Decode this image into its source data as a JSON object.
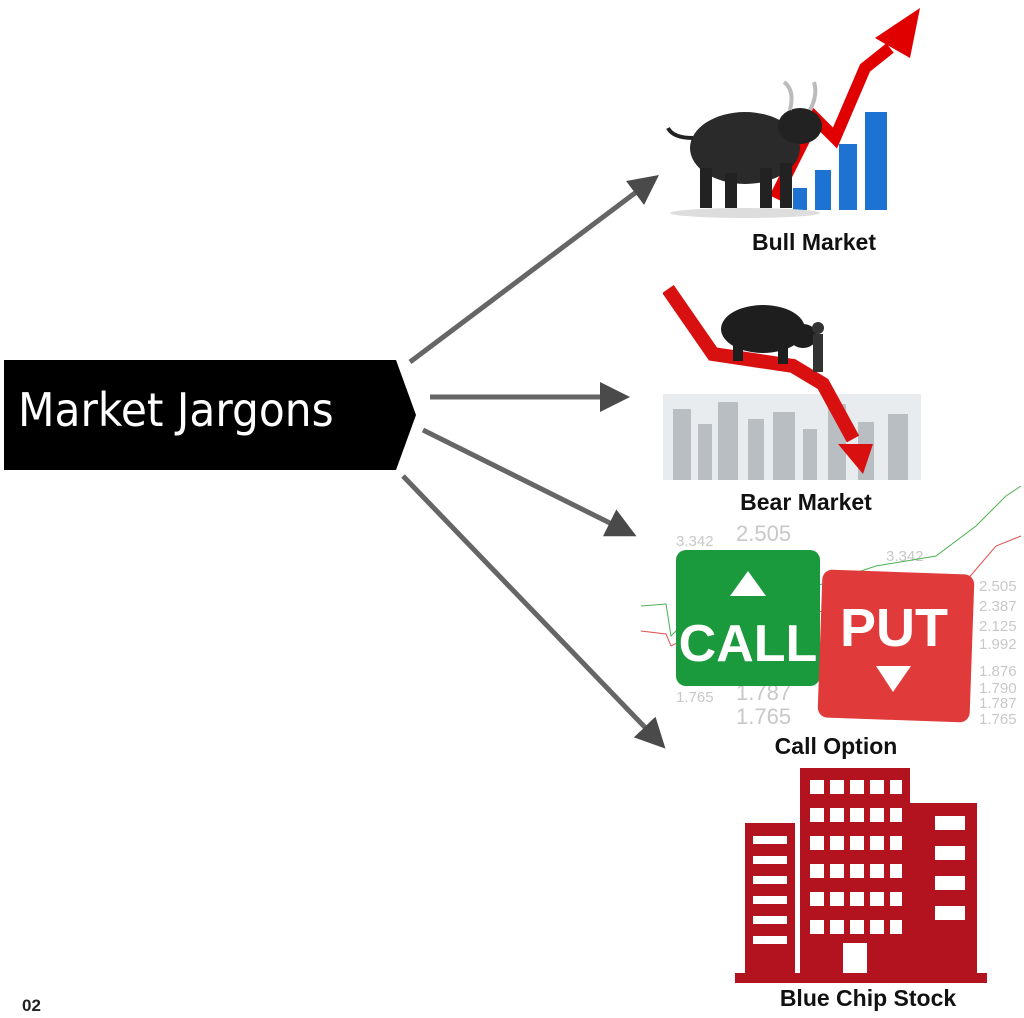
{
  "title": "Market Jargons",
  "items": [
    {
      "label": "Bull Market",
      "icon": "bull-chart-icon"
    },
    {
      "label": "Bear Market",
      "icon": "bear-chart-icon"
    },
    {
      "label": "Call Option",
      "icon": "call-put-icon"
    },
    {
      "label": "Blue Chip Stock",
      "icon": "building-icon"
    }
  ],
  "call_put": {
    "call": "CALL",
    "put": "PUT"
  },
  "page_number": "02",
  "colors": {
    "title_bg": "#000000",
    "arrow": "#555555",
    "bull_arrow": "#e00000",
    "bars": "#1e73d2",
    "call": "#1a9a3c",
    "put": "#e03a3a",
    "building": "#b3121f"
  }
}
